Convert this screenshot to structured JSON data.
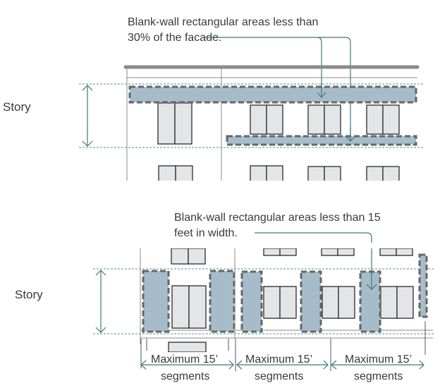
{
  "diagram": {
    "top": {
      "callout_line1": "Blank-wall rectangular areas less than",
      "callout_line2": "30% of the facade.",
      "story_label": "Story"
    },
    "bottom": {
      "callout_line1": "Blank-wall rectangular areas less than 15",
      "callout_line2": "feet in width.",
      "story_label": "Story",
      "segments": [
        {
          "line1": "Maximum 15’",
          "line2": "segments"
        },
        {
          "line1": "Maximum 15’",
          "line2": "segments"
        },
        {
          "line1": "Maximum 15’",
          "line2": "segments"
        }
      ]
    },
    "colors": {
      "blank_wall_fill": "#a7bccb",
      "blank_wall_border": "#666666",
      "annotation_green": "#3d7a70",
      "window_fill": "#e4e5e6"
    }
  }
}
